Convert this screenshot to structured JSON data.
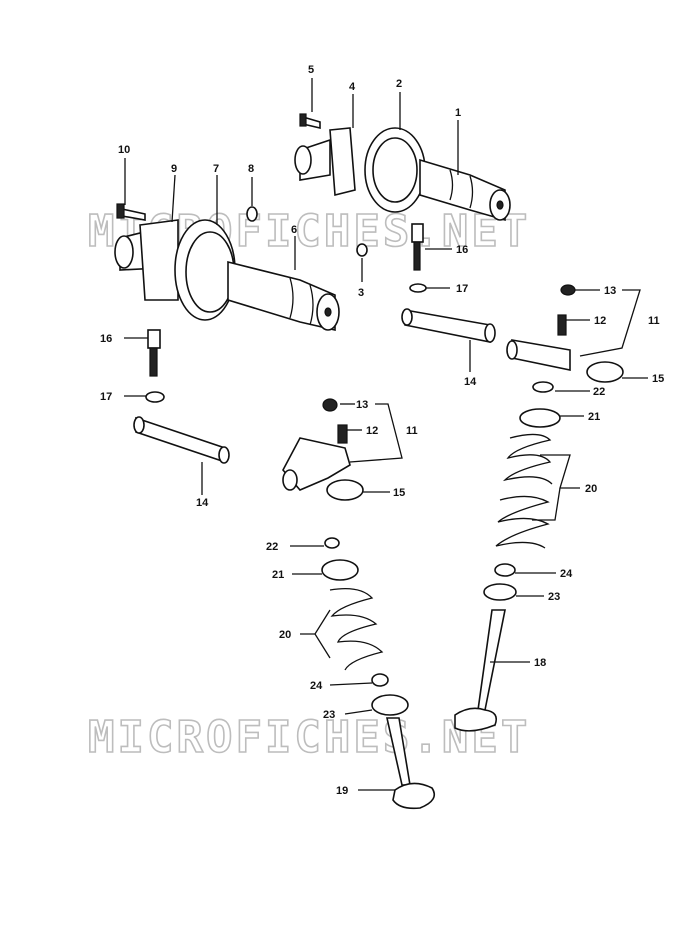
{
  "watermark": "MICROFICHES.NET",
  "callouts": [
    {
      "id": "c1",
      "text": "1"
    },
    {
      "id": "c2",
      "text": "2"
    },
    {
      "id": "c3",
      "text": "3"
    },
    {
      "id": "c4",
      "text": "4"
    },
    {
      "id": "c5",
      "text": "5"
    },
    {
      "id": "c6",
      "text": "6"
    },
    {
      "id": "c7",
      "text": "7"
    },
    {
      "id": "c8",
      "text": "8"
    },
    {
      "id": "c9",
      "text": "9"
    },
    {
      "id": "c10",
      "text": "10"
    },
    {
      "id": "c11a",
      "text": "11"
    },
    {
      "id": "c12a",
      "text": "12"
    },
    {
      "id": "c13a",
      "text": "13"
    },
    {
      "id": "c11b",
      "text": "11"
    },
    {
      "id": "c12b",
      "text": "12"
    },
    {
      "id": "c13b",
      "text": "13"
    },
    {
      "id": "c14a",
      "text": "14"
    },
    {
      "id": "c14b",
      "text": "14"
    },
    {
      "id": "c15a",
      "text": "15"
    },
    {
      "id": "c15b",
      "text": "15"
    },
    {
      "id": "c16a",
      "text": "16"
    },
    {
      "id": "c16b",
      "text": "16"
    },
    {
      "id": "c17a",
      "text": "17"
    },
    {
      "id": "c17b",
      "text": "17"
    },
    {
      "id": "c18",
      "text": "18"
    },
    {
      "id": "c19",
      "text": "19"
    },
    {
      "id": "c20a",
      "text": "20"
    },
    {
      "id": "c20b",
      "text": "20"
    },
    {
      "id": "c21a",
      "text": "21"
    },
    {
      "id": "c21b",
      "text": "21"
    },
    {
      "id": "c22a",
      "text": "22"
    },
    {
      "id": "c22b",
      "text": "22"
    },
    {
      "id": "c23a",
      "text": "23"
    },
    {
      "id": "c23b",
      "text": "23"
    },
    {
      "id": "c24a",
      "text": "24"
    },
    {
      "id": "c24b",
      "text": "24"
    }
  ]
}
